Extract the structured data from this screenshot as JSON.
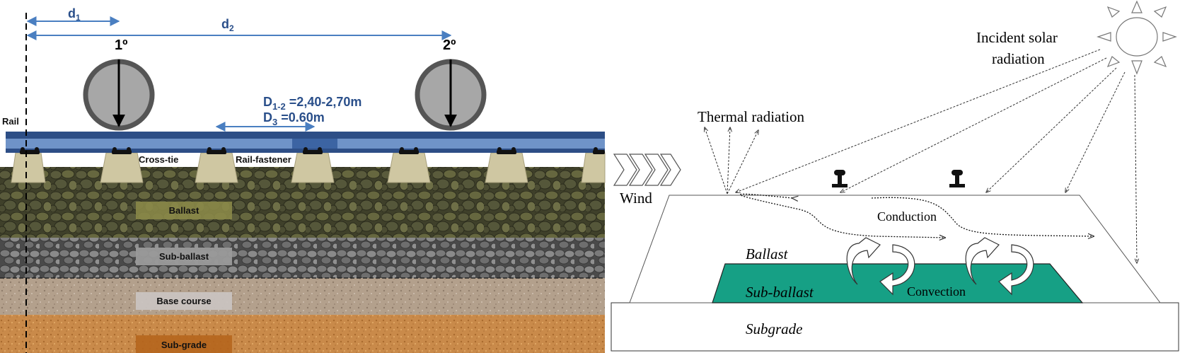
{
  "left_panel": {
    "dimensions": {
      "d1": "d",
      "d1_sub": "1",
      "d2": "d",
      "d2_sub": "2",
      "D12_main": "D",
      "D12_sub": "1-2",
      "D12_value": " =2,40-2,70m",
      "D3_main": "D",
      "D3_sub": "3",
      "D3_value": " =0.60m"
    },
    "axles": {
      "first": "1º",
      "second": "2º"
    },
    "labels": {
      "rail": "Rail",
      "cross_tie": "Cross-tie",
      "rail_fastener": "Rail-fastener"
    },
    "layers": [
      {
        "label": "Ballast",
        "color": "#55573a"
      },
      {
        "label": "Sub-ballast",
        "color": "#6b6b6b"
      },
      {
        "label": "Base course",
        "color": "#b09a86"
      },
      {
        "label": "Sub-grade",
        "color": "#c98a4a"
      }
    ]
  },
  "right_panel": {
    "solar_line1": "Incident solar",
    "solar_line2": "radiation",
    "thermal_radiation": "Thermal radiation",
    "wind": "Wind",
    "conduction": "Conduction",
    "convection": "Convection",
    "ballast": "Ballast",
    "sub_ballast": "Sub-ballast",
    "subgrade": "Subgrade",
    "sub_ballast_color": "#16a085"
  }
}
